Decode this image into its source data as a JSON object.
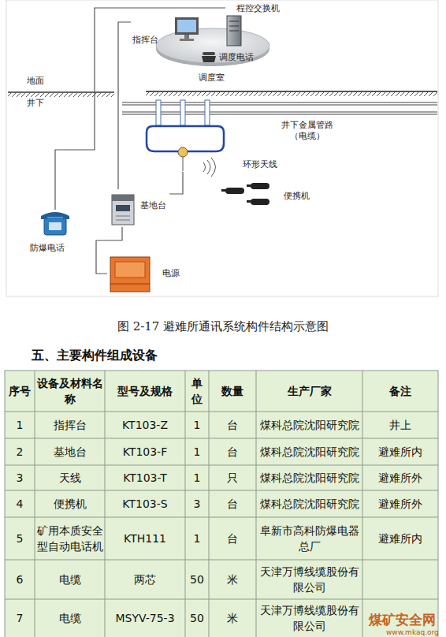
{
  "diagram": {
    "title": "五、主要构件组成设备",
    "caption": "图 2-17 避难所通讯系统构件结构示意图",
    "nodes": [
      {
        "text": [
          "调度室"
        ]
      },
      {
        "text": [
          "指挥台"
        ],
        "in": 0
      },
      {
        "text": [
          "程控交换机"
        ],
        "in": 0
      },
      {
        "text": [
          "调度电话"
        ],
        "in": 0
      },
      {
        "text": [
          "环形天线"
        ]
      },
      {
        "text": [
          "便携机"
        ]
      },
      {
        "text": [
          "基地台"
        ]
      },
      {
        "text": [
          "防爆电话"
        ]
      },
      {
        "text": [
          "电源"
        ]
      }
    ],
    "edges": [
      {
        "from": 1,
        "to": 6,
        "arrow": "none"
      },
      {
        "from": 2,
        "to": 7,
        "arrow": "none"
      },
      {
        "from": 6,
        "to": 8,
        "arrow": "none"
      },
      {
        "from": 6,
        "to": 4,
        "arrow": "none"
      }
    ],
    "labels": [
      "地面",
      "井下",
      "井下金属管路 （电缆）",
      "序号",
      "设备及材料名称",
      "型号及规格",
      "单位",
      "数量",
      "生产厂家",
      "备注",
      "1",
      "指挥台",
      "KT103-Z",
      "1",
      "台",
      "煤科总院沈阳研究院",
      "井上",
      "2",
      "基地台",
      "KT103-F",
      "1",
      "台",
      "煤科总院沈阳研究院",
      "避难所内",
      "3",
      "天线",
      "KT103-T",
      "1",
      "只",
      "煤科总院沈阳研究院",
      "避难所外",
      "4",
      "便携机",
      "KT103-S",
      "3",
      "台",
      "煤科总院沈阳研究院",
      "避难所外",
      "5",
      "矿用本质安全型自动电话机",
      "KTH111",
      "1",
      "台",
      "阜新市高科防爆电器总厂",
      "避难所内",
      "6",
      "电缆",
      "两芯",
      "50",
      "米",
      "天津万博线缆股份有限公司",
      "7",
      "电缆",
      "MSYV-75-3",
      "50",
      "米",
      "天津万博线缆股份有限公司",
      "煤矿安全网",
      "www.mkaq.org"
    ]
  }
}
